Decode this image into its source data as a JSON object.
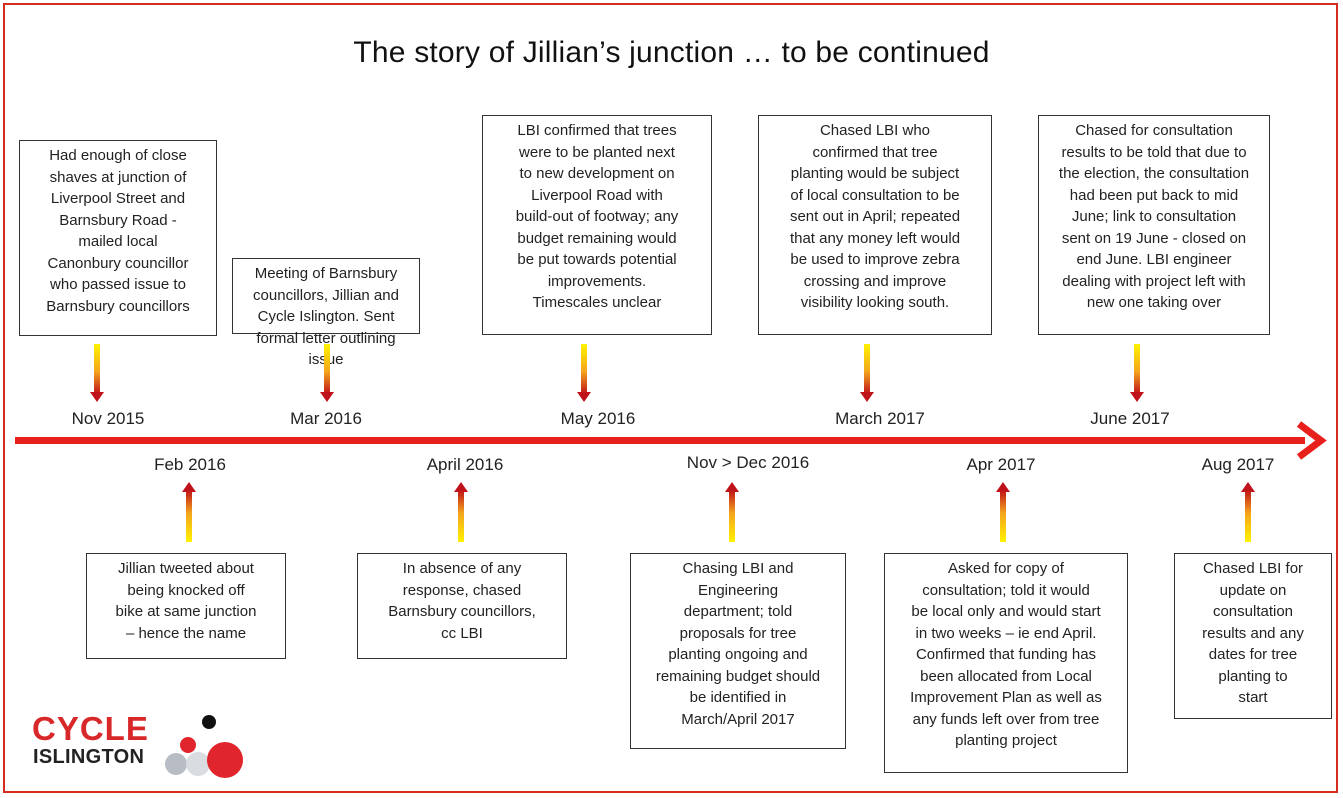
{
  "title": "The story of Jillian’s junction … to be continued",
  "logo": {
    "line1": "CYCLE",
    "line2": "ISLINGTON"
  },
  "colors": {
    "border": "#d62b1f",
    "timeline": "#e8201c",
    "arrow_top": "#ffe600",
    "arrow_bottom": "#c8141b"
  },
  "events_above": [
    {
      "date": "Nov 2015",
      "text": "Had enough of close\nshaves at junction of\nLiverpool Street and\nBarnsbury Road -\nmailed local\nCanonbury councillor\nwho passed issue to\nBarnsbury councillors"
    },
    {
      "date": "Mar 2016",
      "text": "Meeting of Barnsbury\ncouncillors, Jillian and\nCycle Islington.  Sent\nformal letter outlining\nissue"
    },
    {
      "date": "May 2016",
      "text": "LBI confirmed that trees\nwere to be planted next\nto new development on\nLiverpool Road with\nbuild-out of footway; any\nbudget remaining would\nbe put towards potential\nimprovements.\nTimescales unclear"
    },
    {
      "date": "March 2017",
      "text": "Chased LBI who\nconfirmed that tree\nplanting would be subject\nof local consultation to be\nsent out in April;  repeated\nthat any money left would\nbe used to improve zebra\ncrossing and improve\nvisibility looking south."
    },
    {
      "date": "June  2017",
      "text": "Chased for consultation\nresults to be told that due to\nthe election, the consultation\nhad been put back to mid\nJune;  link to consultation\nsent on 19 June - closed on\nend June.  LBI engineer\ndealing with project left with\nnew one taking over"
    }
  ],
  "events_below": [
    {
      "date": "Feb 2016",
      "text": "Jillian tweeted about\nbeing knocked off\nbike at same junction\n– hence the name"
    },
    {
      "date": "April  2016",
      "text": "In absence of any\nresponse, chased\nBarnsbury councillors,\ncc LBI"
    },
    {
      "date": "Nov > Dec  2016",
      "text": "Chasing LBI and\nEngineering\ndepartment;  told\nproposals for tree\nplanting ongoing and\nremaining budget should\nbe identified in\nMarch/April 2017"
    },
    {
      "date": "Apr 2017",
      "text": "Asked for copy of\nconsultation; told it would\nbe local only and would start\nin two weeks – ie end April.\nConfirmed that funding has\nbeen allocated from Local\nImprovement Plan as well as\nany funds left over from tree\nplanting project"
    },
    {
      "date": "Aug 2017",
      "text": "Chased LBI for\nupdate on\nconsultation\nresults and any\ndates for tree\nplanting to\nstart"
    }
  ]
}
